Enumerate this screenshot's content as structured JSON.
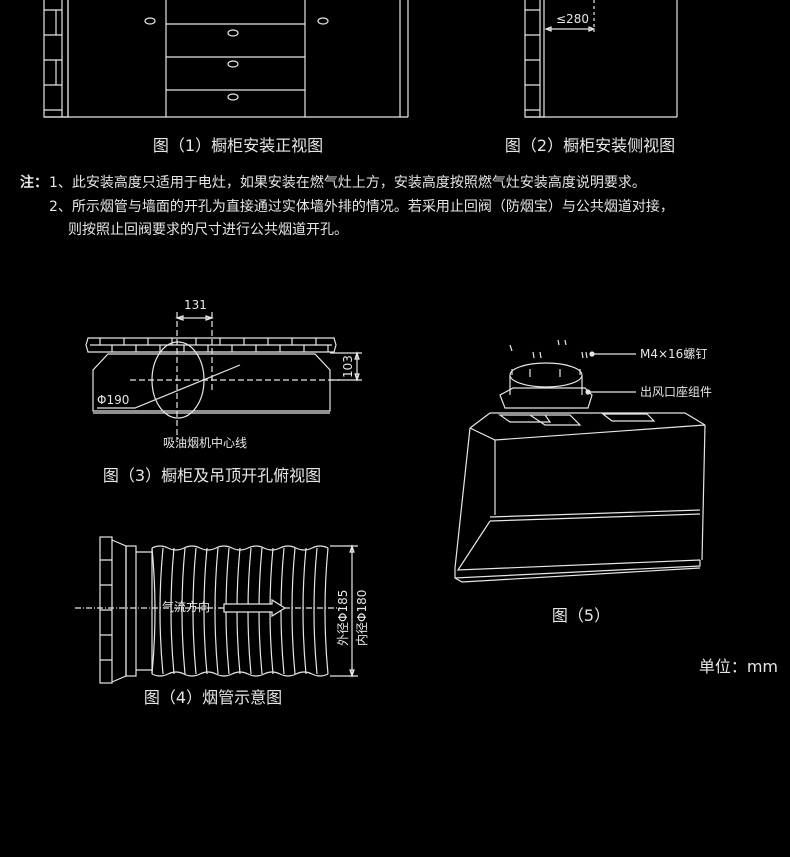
{
  "figures": {
    "fig1": {
      "caption": "图（1）橱柜安装正视图"
    },
    "fig2": {
      "caption": "图（2）橱柜安装侧视图",
      "dimension": "≤280"
    },
    "fig3": {
      "caption": "图（3）橱柜及吊顶开孔俯视图",
      "dim_width": "131",
      "dim_height": "103",
      "hole_diameter": "Φ190",
      "centerline_label": "吸油烟机中心线"
    },
    "fig4": {
      "caption": "图（4）烟管示意图",
      "airflow_label": "气流方向",
      "outer_diameter": "外径Φ185",
      "inner_diameter": "内径Φ180"
    },
    "fig5": {
      "caption": "图（5）",
      "screw_label": "M4×16螺钉",
      "outlet_label": "出风口座组件"
    }
  },
  "notes": {
    "prefix": "注：",
    "items": [
      "1、此安装高度只适用于电灶，如果安装在燃气灶上方，安装高度按照燃气灶安装高度说明要求。",
      "2、所示烟管与墙面的开孔为直接通过实体墙外排的情况。若采用止回阀（防烟宝）与公共烟道对接，",
      "则按照止回阀要求的尺寸进行公共烟道开孔。"
    ]
  },
  "unit": "单位：mm"
}
